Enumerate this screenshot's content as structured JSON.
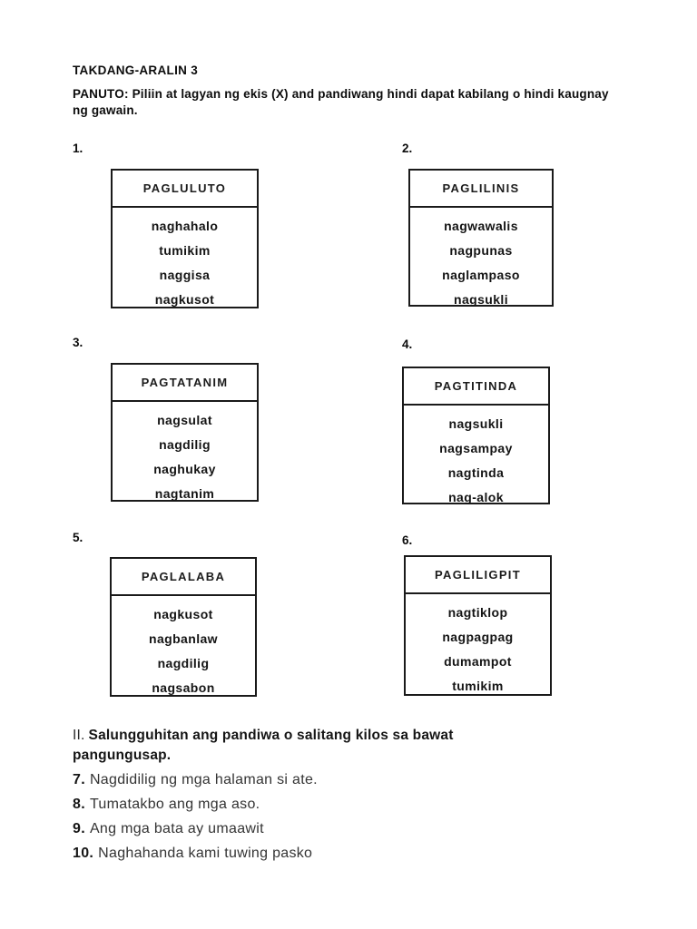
{
  "document": {
    "title": "TAKDANG-ARALIN 3",
    "instructions": "PANUTO: Piliin at lagyan ng ekis (X) and pandiwang hindi dapat kabilang o hindi kaugnay ng gawain."
  },
  "boxes": [
    {
      "number": "1.",
      "title": "PAGLULUTO",
      "items": [
        "naghahalo",
        "tumikim",
        "naggisa",
        "nagkusot"
      ]
    },
    {
      "number": "2.",
      "title": "PAGLILINIS",
      "items": [
        "nagwawalis",
        "nagpunas",
        "naglampaso",
        "nagsukli"
      ]
    },
    {
      "number": "3.",
      "title": "PAGTATANIM",
      "items": [
        "nagsulat",
        "nagdilig",
        "naghukay",
        "nagtanim"
      ]
    },
    {
      "number": "4.",
      "title": "PAGTITINDA",
      "items": [
        "nagsukli",
        "nagsampay",
        "nagtinda",
        "nag-alok"
      ]
    },
    {
      "number": "5.",
      "title": "PAGLALABA",
      "items": [
        "nagkusot",
        "nagbanlaw",
        "nagdilig",
        "nagsabon"
      ]
    },
    {
      "number": "6.",
      "title": "PAGLILIGPIT",
      "items": [
        "nagtiklop",
        "nagpagpag",
        "dumampot",
        "tumikim"
      ]
    }
  ],
  "section2": {
    "numeral": "II.",
    "heading": "Salungguhitan ang pandiwa o salitang kilos sa bawat pangungusap.",
    "sentences": [
      {
        "number": "7.",
        "text": "Nagdidilig ng mga halaman si ate."
      },
      {
        "number": "8.",
        "text": "Tumatakbo ang mga aso."
      },
      {
        "number": "9.",
        "text": "Ang mga bata ay umaawit"
      },
      {
        "number": "10.",
        "text": "Naghahanda kami tuwing pasko"
      }
    ]
  },
  "colors": {
    "page_background": "#ffffff",
    "ink": "#111111"
  }
}
